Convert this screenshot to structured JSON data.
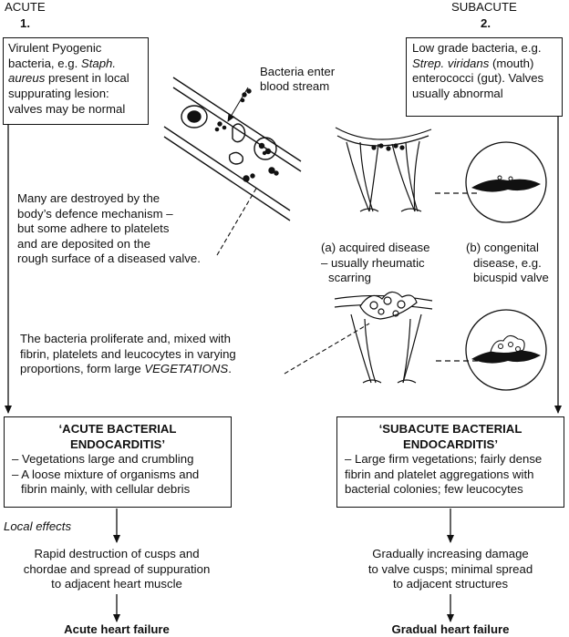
{
  "headings": {
    "acute": "ACUTE",
    "acute_num": "1.",
    "subacute": "SUBACUTE",
    "subacute_num": "2."
  },
  "acute_source": {
    "l1": "Virulent Pyogenic",
    "l2": "bacteria, e.g. ",
    "l2_italic": "Staph.",
    "l3_italic": "aureus",
    "l3": " present in local",
    "l4": "suppurating lesion:",
    "l5": "valves may be normal"
  },
  "subacute_source": {
    "l1": "Low grade bacteria, e.g.",
    "l2_italic": "Strep. viridans",
    "l2": " (mouth)",
    "l3": "enterococci (gut). Valves",
    "l4": "usually abnormal"
  },
  "bacteria_enter": {
    "l1": "Bacteria enter",
    "l2": "blood stream"
  },
  "destroyed": {
    "l1": "Many are destroyed by the",
    "l2": "body’s defence mechanism –",
    "l3": "but some adhere to platelets",
    "l4": "and are deposited on the",
    "l5": "rough surface of a diseased valve."
  },
  "acquired": {
    "l1": "(a) acquired disease",
    "l2": "– usually rheumatic",
    "l3": "scarring"
  },
  "congenital": {
    "l1": "(b) congenital",
    "l2": "disease, e.g.",
    "l3": "bicuspid valve"
  },
  "proliferate": {
    "l1": "The bacteria proliferate and, mixed with",
    "l2": "fibrin, platelets and leucocytes in varying",
    "l3": "proportions, form large ",
    "l3_italic": "VEGETATIONS",
    "l3_end": "."
  },
  "acute_box": {
    "title1": "‘ACUTE BACTERIAL",
    "title2": "ENDOCARDITIS’",
    "l1": "– Vegetations large and crumbling",
    "l2": "– A loose mixture of organisms and",
    "l3": "fibrin mainly, with cellular debris"
  },
  "subacute_box": {
    "title1": "‘SUBACUTE BACTERIAL",
    "title2": "ENDOCARDITIS’",
    "l1": "– Large firm vegetations; fairly dense",
    "l2": "fibrin and platelet aggregations with",
    "l3": "bacterial colonies; few leucocytes"
  },
  "local_effects": "Local effects",
  "acute_effect": {
    "l1": "Rapid destruction of cusps and",
    "l2": "chordae and spread of suppuration",
    "l3": "to adjacent heart muscle"
  },
  "subacute_effect": {
    "l1": "Gradually increasing damage",
    "l2": "to valve cusps; minimal spread",
    "l3": "to adjacent structures"
  },
  "outcomes": {
    "acute": "Acute heart failure",
    "subacute": "Gradual heart failure"
  }
}
